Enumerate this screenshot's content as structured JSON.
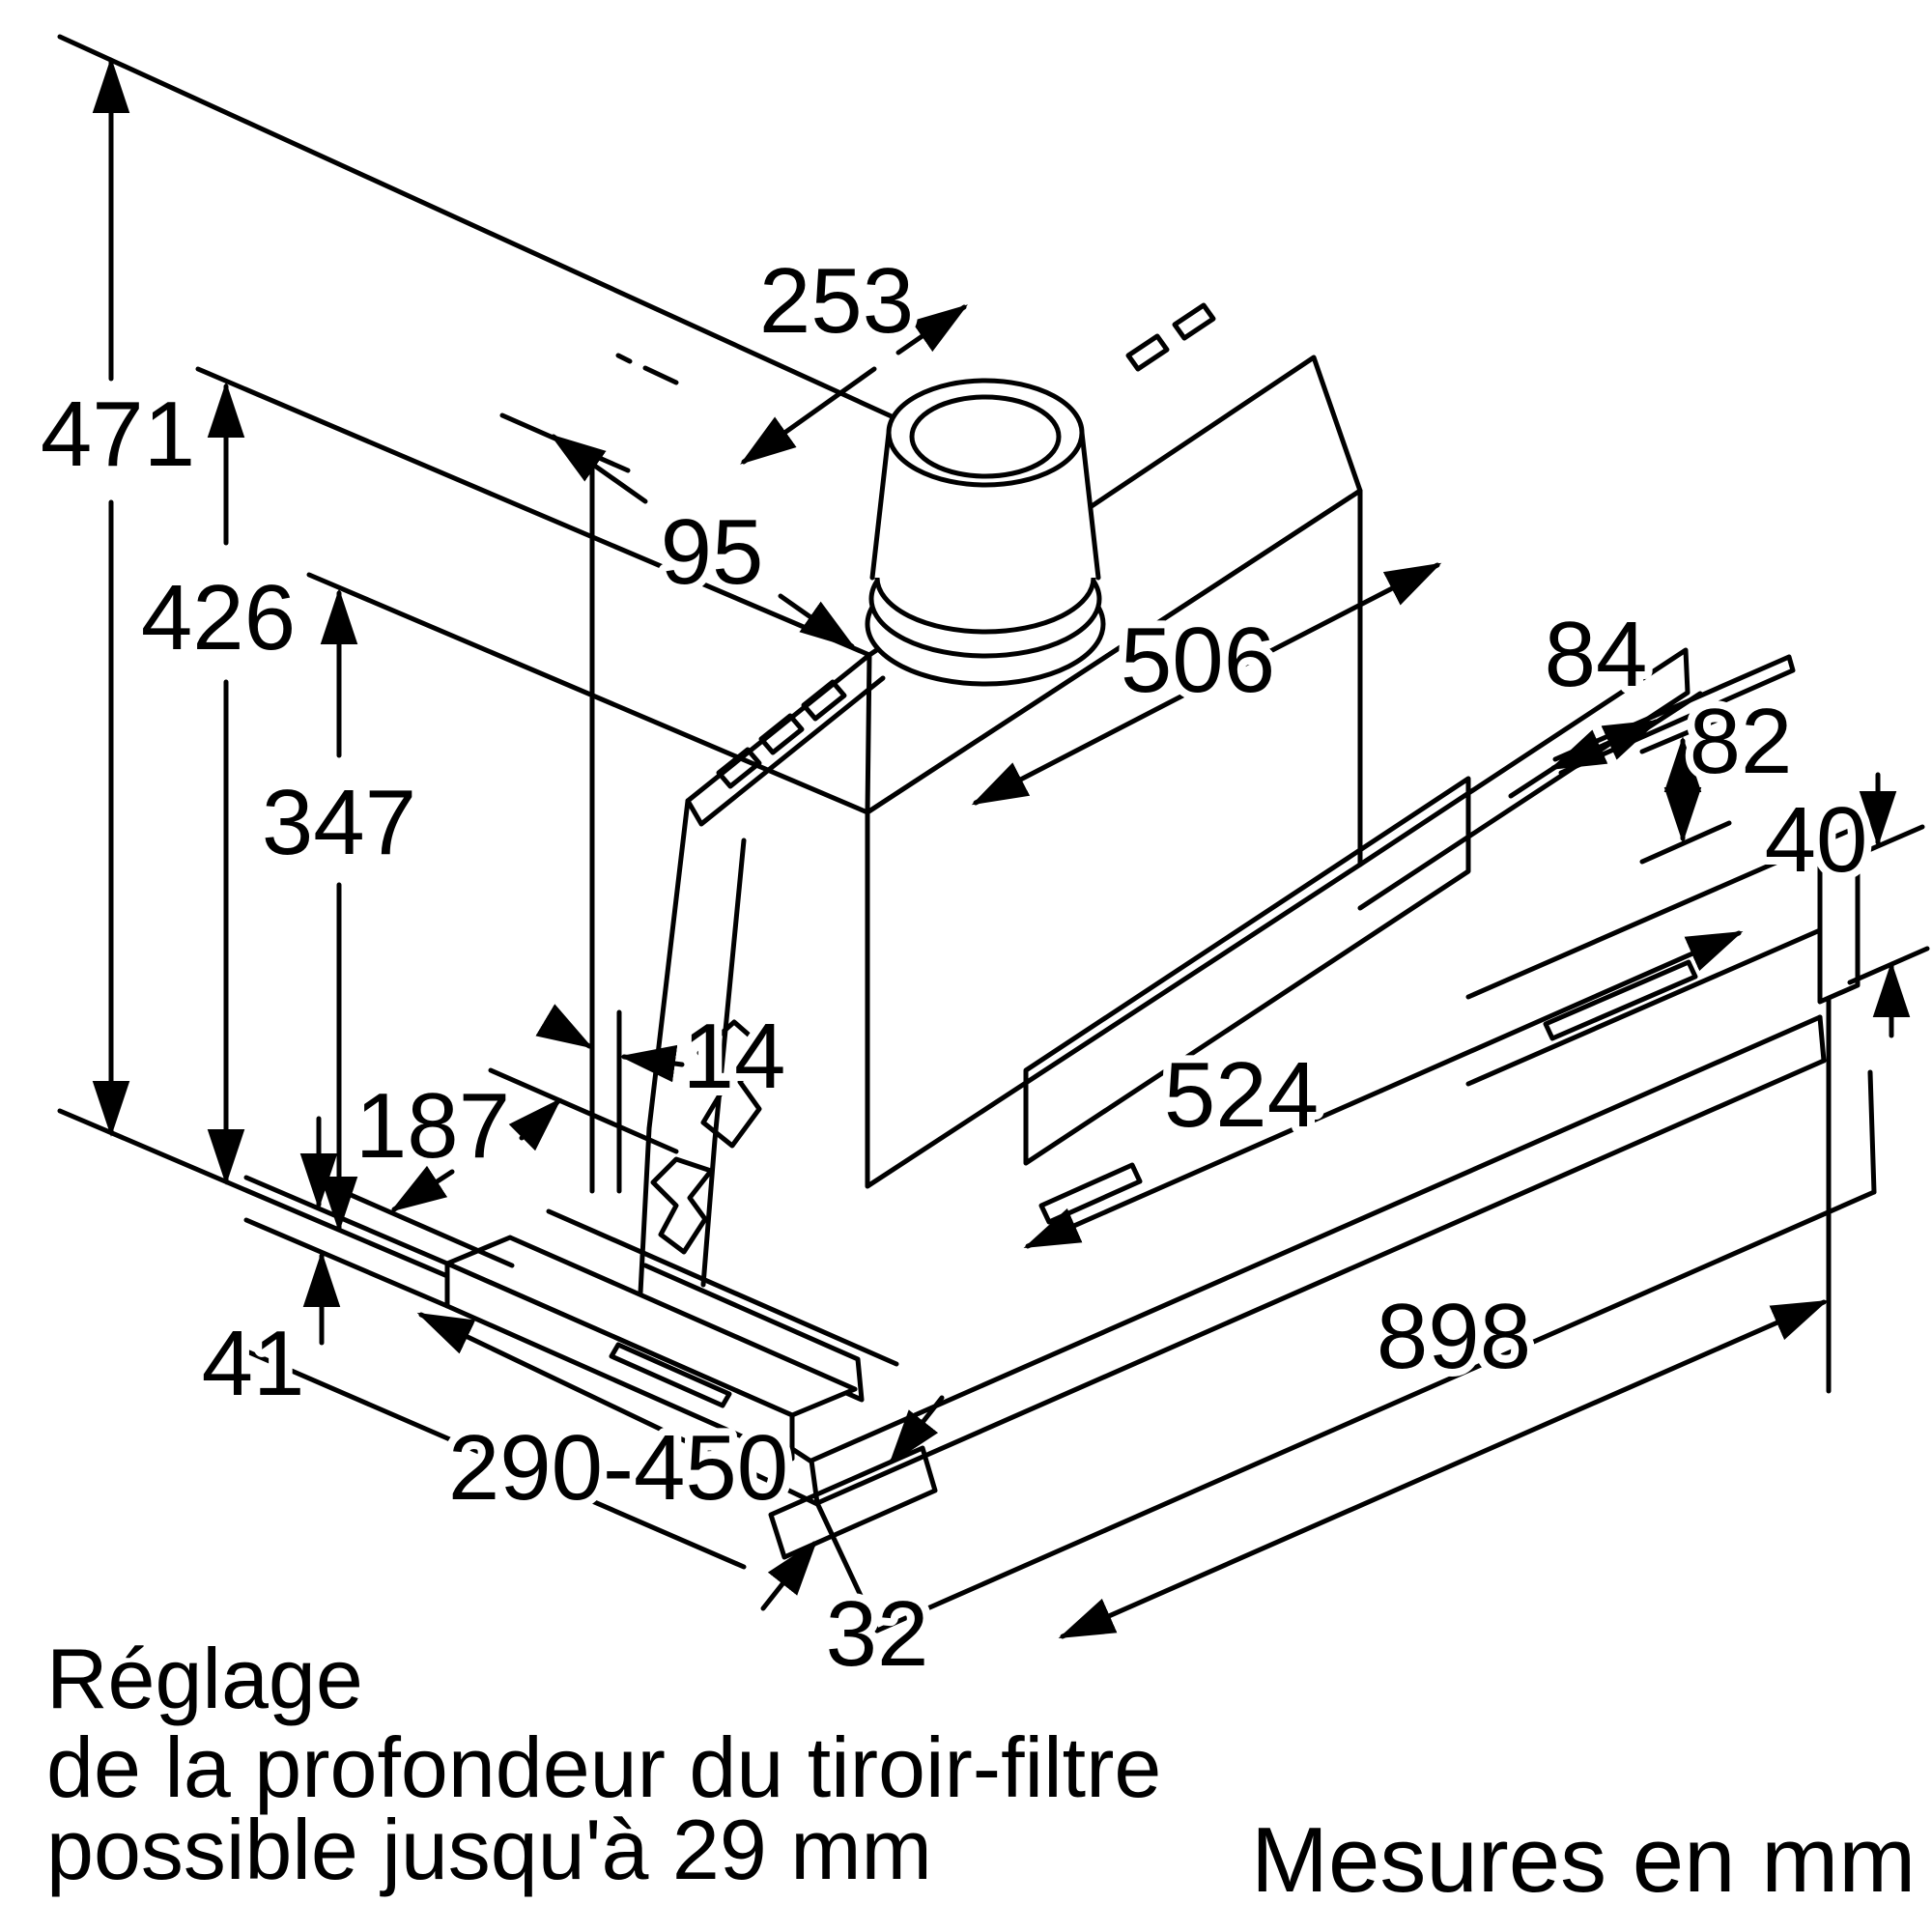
{
  "page": {
    "background": "#ffffff",
    "line_color": "#000000"
  },
  "notes": {
    "adjustment_line1": "Réglage",
    "adjustment_line2": "de la profondeur du tiroir-filtre",
    "adjustment_line3": "possible jusqu'à 29 mm",
    "units": "Mesures en mm"
  },
  "dimensions_mm": {
    "d471": "471",
    "d426": "426",
    "d347": "347",
    "d253": "253",
    "d95": "95",
    "d506": "506",
    "d84": "84",
    "d82": "82",
    "d40": "40",
    "d524": "524",
    "d14": "14",
    "d187": "187",
    "d41": "41",
    "d290_450": "290-450",
    "d32": "32",
    "d898": "898"
  }
}
